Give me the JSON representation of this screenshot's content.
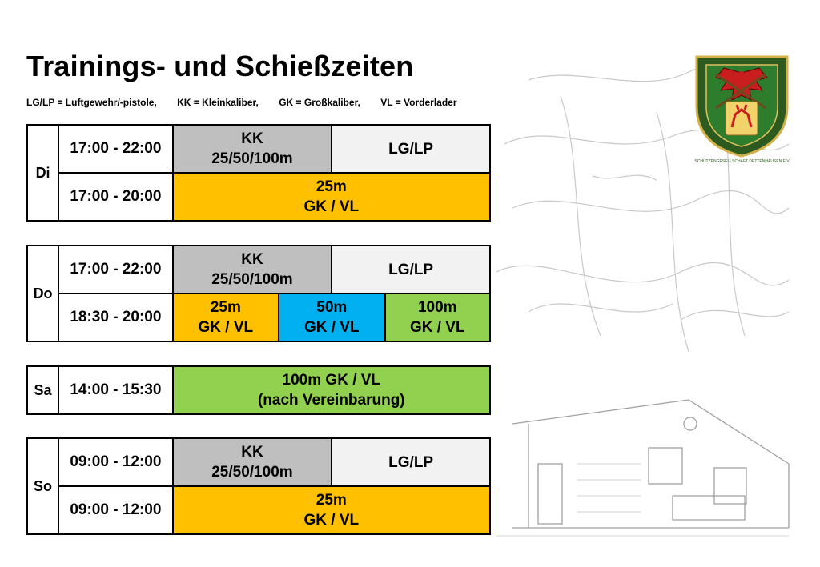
{
  "title": "Trainings- und Schießzeiten",
  "legend": [
    "LG/LP = Luftgewehr/-pistole,",
    "KK = Kleinkaliber,",
    "GK = Großkaliber,",
    "VL = Vorderlader"
  ],
  "logo_text": "SCHÜTZENGESELLSCHAFT DETTENHAUSEN E.V.",
  "colors": {
    "gray": "#bfbfbf",
    "light": "#f2f2f2",
    "orange": "#ffc000",
    "blue": "#00b0f0",
    "green": "#92d050"
  },
  "schedule": {
    "di": {
      "day": "Di",
      "row1": {
        "time": "17:00 - 22:00",
        "a1": "KK",
        "a2": "25/50/100m",
        "b": "LG/LP"
      },
      "row2": {
        "time": "17:00 - 20:00",
        "a1": "25m",
        "a2": "GK / VL"
      }
    },
    "do": {
      "day": "Do",
      "row1": {
        "time": "17:00 - 22:00",
        "a1": "KK",
        "a2": "25/50/100m",
        "b": "LG/LP"
      },
      "row2": {
        "time": "18:30 - 20:00",
        "c1a": "25m",
        "c1b": "GK / VL",
        "c2a": "50m",
        "c2b": "GK / VL",
        "c3a": "100m",
        "c3b": "GK / VL"
      }
    },
    "sa": {
      "day": "Sa",
      "row1": {
        "time": "14:00 - 15:30",
        "a1": "100m GK / VL",
        "a2": "(nach Vereinbarung)"
      }
    },
    "so": {
      "day": "So",
      "row1": {
        "time": "09:00 - 12:00",
        "a1": "KK",
        "a2": "25/50/100m",
        "b": "LG/LP"
      },
      "row2": {
        "time": "09:00 - 12:00",
        "a1": "25m",
        "a2": "GK / VL"
      }
    }
  }
}
